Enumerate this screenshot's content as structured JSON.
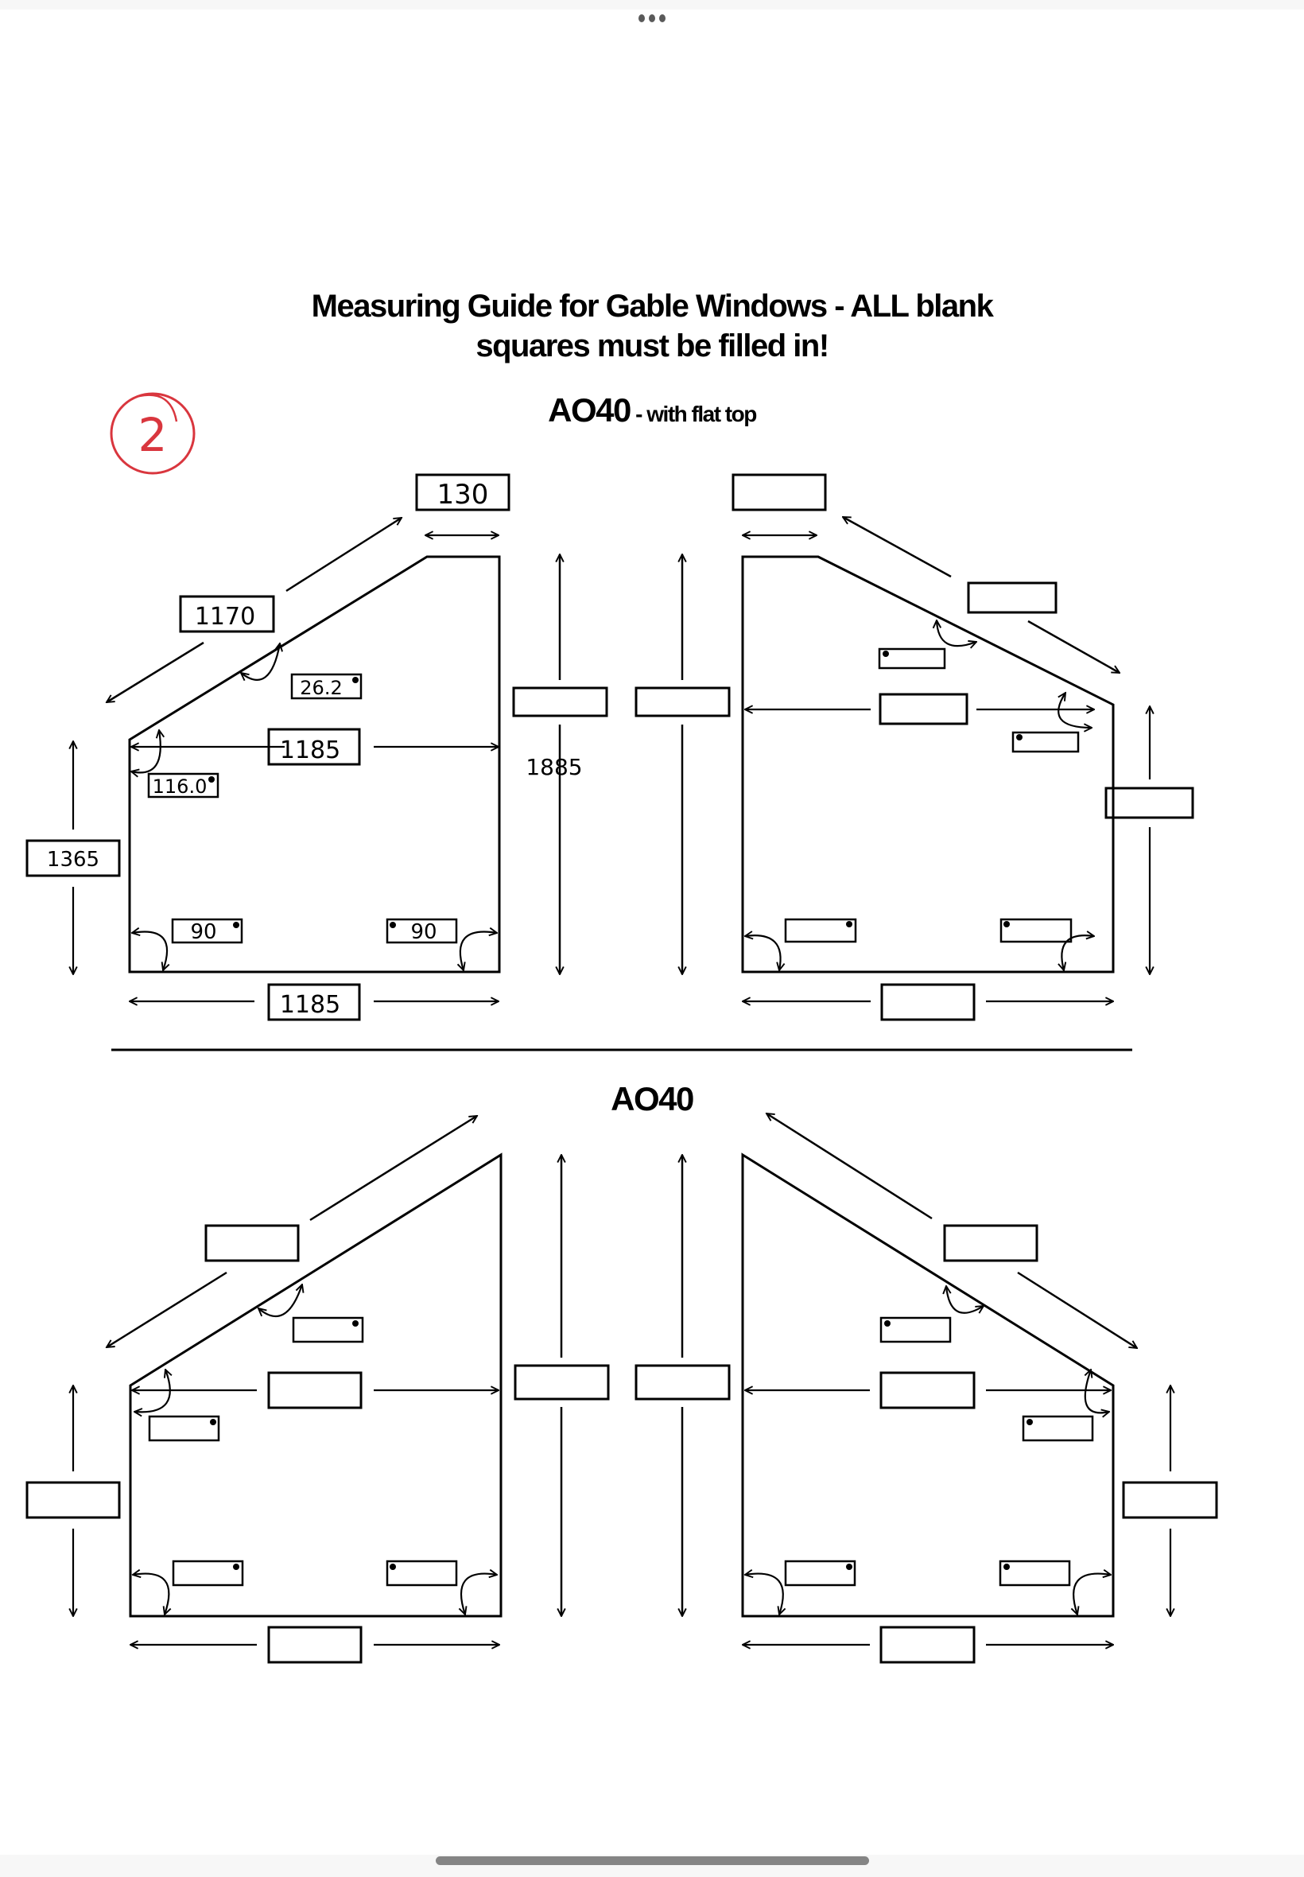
{
  "document": {
    "title_line1": "Measuring Guide for Gable Windows - ALL blank",
    "title_line2": "squares must be filled in!",
    "section1_heading": "AO40",
    "section1_suffix": " - with flat top",
    "section2_heading": "AO40",
    "page_marker": "2",
    "accent_color": "#d9363e"
  },
  "top_left_window": {
    "flat_top_width": "130",
    "slope_length": "1170",
    "slope_angle": "26.2",
    "upper_width": "1185",
    "corner_angle": "116.0",
    "left_height": "1365",
    "bottom_left_angle": "90",
    "bottom_right_angle": "90",
    "bottom_width": "1185",
    "right_height": "1885"
  },
  "top_right_window": {
    "flat_top_width": "",
    "slope_length": "",
    "slope_angle": "",
    "upper_width": "",
    "corner_angle": "",
    "right_height": "",
    "bottom_left_angle": "",
    "bottom_right_angle": "",
    "bottom_width": "",
    "left_height": ""
  },
  "bottom_left_window": {
    "slope_length": "",
    "slope_angle": "",
    "upper_width": "",
    "corner_angle": "",
    "left_height": "",
    "bottom_left_angle": "",
    "bottom_right_angle": "",
    "bottom_width": "",
    "right_height": ""
  },
  "bottom_right_window": {
    "slope_length": "",
    "slope_angle": "",
    "upper_width": "",
    "corner_angle": "",
    "right_height": "",
    "bottom_left_angle": "",
    "bottom_right_angle": "",
    "bottom_width": "",
    "left_height": ""
  },
  "icons": {
    "more": "more-dots-icon",
    "degree": "degree-symbol-icon"
  }
}
